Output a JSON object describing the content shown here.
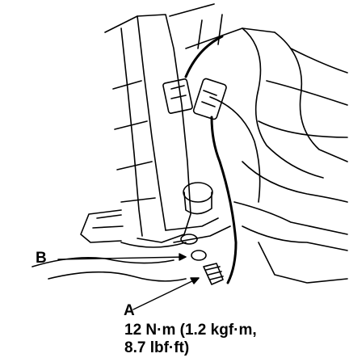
{
  "callouts": {
    "b": "B",
    "a": "A"
  },
  "torque_spec": {
    "line1": "12 N·m (1.2 kgf·m,",
    "line2": "8.7 lbf·ft)"
  },
  "colors": {
    "ink": "#000000",
    "paper": "#ffffff"
  }
}
